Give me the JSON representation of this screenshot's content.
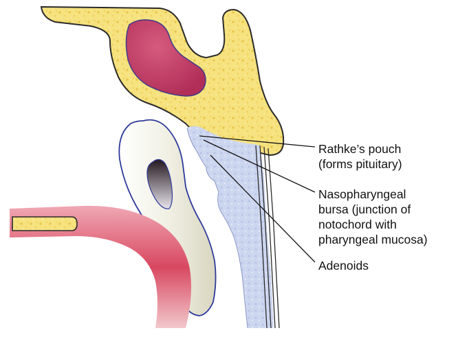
{
  "labels": {
    "rathke": [
      "Rathke’s pouch",
      "(forms pituitary)"
    ],
    "nasopharyngeal": [
      "Nasopharyngeal",
      "bursa (junction of",
      "notochord with",
      "pharyngeal mucosa)"
    ],
    "adenoids": [
      "Adenoids"
    ]
  },
  "colors": {
    "bone_fill": "#f6e27e",
    "bone_speckle": "#e8c44a",
    "outline": "#2a2a2a",
    "cavity_pink": "#c8416a",
    "mucosa_blue": "#c9d3ee",
    "mucosa_outline": "#2d3a9a",
    "cream": "#ecebdc",
    "muscle_red": "#d9566a",
    "core_dark": "#3a2a38"
  }
}
